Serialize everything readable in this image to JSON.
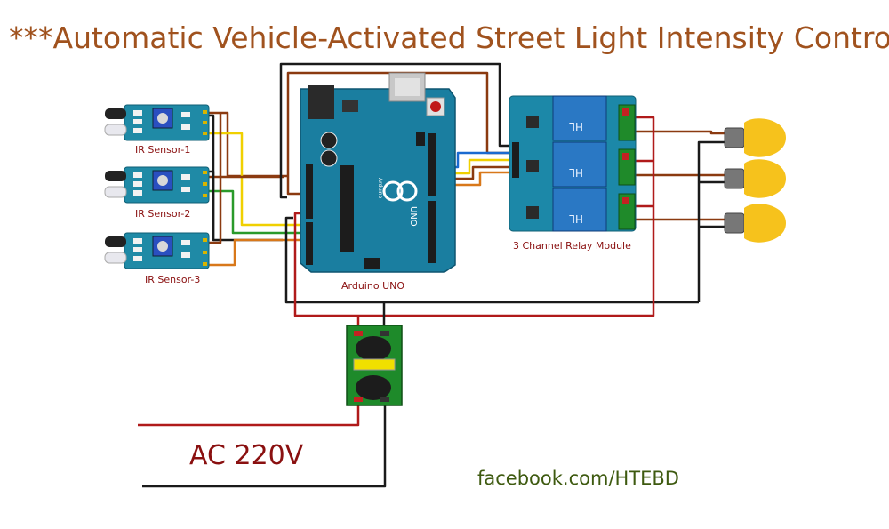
{
  "title": "***Automatic Vehicle-Activated Street Light Intensity Control",
  "labels": {
    "ir_sensor_1": "IR Sensor-1",
    "ir_sensor_2": "IR Sensor-2",
    "ir_sensor_3": "IR Sensor-3",
    "arduino": "Arduino UNO",
    "relay_module": "3 Channel Relay Module",
    "supply": "AC 220V",
    "credit": "facebook.com/HTEBD"
  },
  "colors": {
    "title": "#a0521e",
    "board_teal": "#1f8aa6",
    "arduino_blue": "#1a7ea0",
    "relay_blue": "#2a78c4",
    "psu_green": "#1e8a2a",
    "wire_black": "#1a1a1a",
    "wire_red": "#b01a1a",
    "wire_brown": "#8b3a10",
    "wire_yellow": "#f0d000",
    "wire_green": "#2a9a2a",
    "wire_orange": "#d8781a",
    "wire_blue": "#1a6ad0",
    "bulb_yellow": "#f6c21c",
    "label_red": "#8a1010",
    "credit_olive": "#3e5a10"
  }
}
